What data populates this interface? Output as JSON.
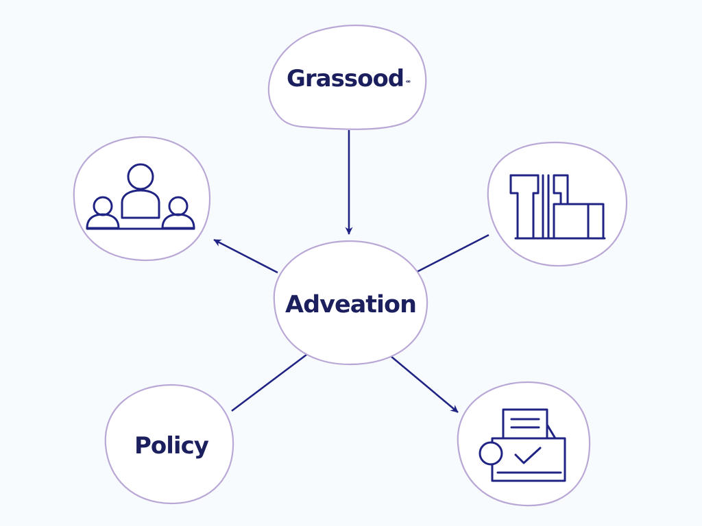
{
  "colors": {
    "background": "#f8fbfd",
    "node_fill": "#ffffff",
    "node_outline": "#b9a8d6",
    "edge": "#1f2383",
    "text": "#1c1f5e"
  },
  "nodes": {
    "top": {
      "label": "Grassood",
      "tag": "ꟹ"
    },
    "center": {
      "label": "Adveation"
    },
    "left_top": {
      "icon": "people-group-icon"
    },
    "right_top": {
      "icon": "building-columns-icon"
    },
    "left_bottom": {
      "label": "Policy"
    },
    "right_bottom": {
      "icon": "printer-check-icon"
    }
  },
  "edges": [
    {
      "from": "top",
      "to": "center",
      "arrow": "end"
    },
    {
      "from": "center",
      "to": "left_top",
      "arrow": "end"
    },
    {
      "from": "center",
      "to": "right_top",
      "arrow": "none"
    },
    {
      "from": "center",
      "to": "left_bottom",
      "arrow": "none"
    },
    {
      "from": "center",
      "to": "right_bottom",
      "arrow": "end"
    }
  ]
}
